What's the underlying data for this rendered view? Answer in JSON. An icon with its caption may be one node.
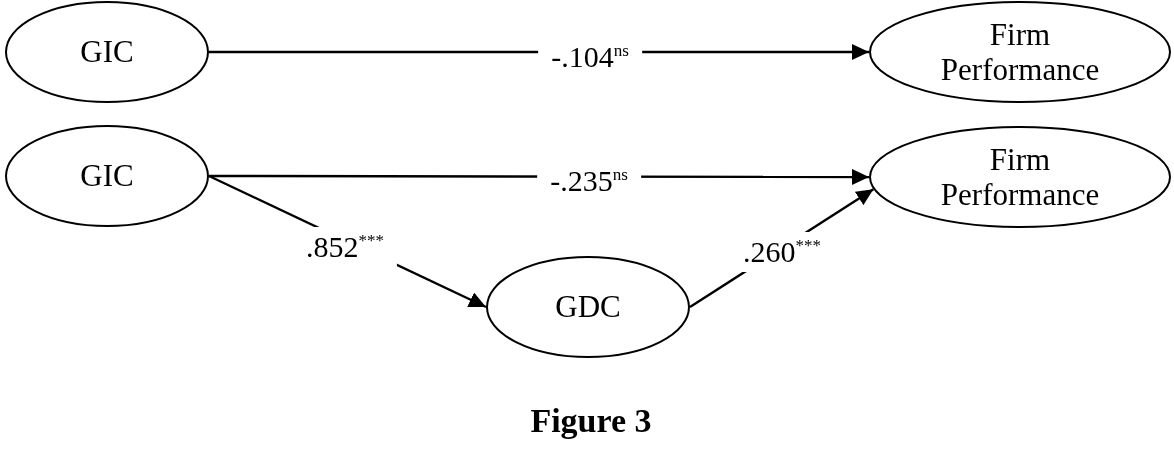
{
  "diagram": {
    "caption": "Figure 3",
    "nodes": [
      {
        "text": [
          "GIC"
        ]
      },
      {
        "text": [
          "Firm Performance"
        ]
      },
      {
        "text": [
          "GIC"
        ]
      },
      {
        "text": [
          "Firm Performance"
        ]
      },
      {
        "text": [
          "GDC"
        ]
      }
    ],
    "edges": [
      {
        "from": 0,
        "to": 1,
        "arrow": "to",
        "label": "-.104$^{ns}$"
      },
      {
        "from": 2,
        "to": 3,
        "arrow": "to",
        "label": "-.235$^{ns}$"
      },
      {
        "from": 2,
        "to": 4,
        "arrow": "to",
        "label": ".852$^{***}$"
      },
      {
        "from": 4,
        "to": 3,
        "arrow": "to",
        "label": ".260$^{***}$"
      }
    ]
  }
}
